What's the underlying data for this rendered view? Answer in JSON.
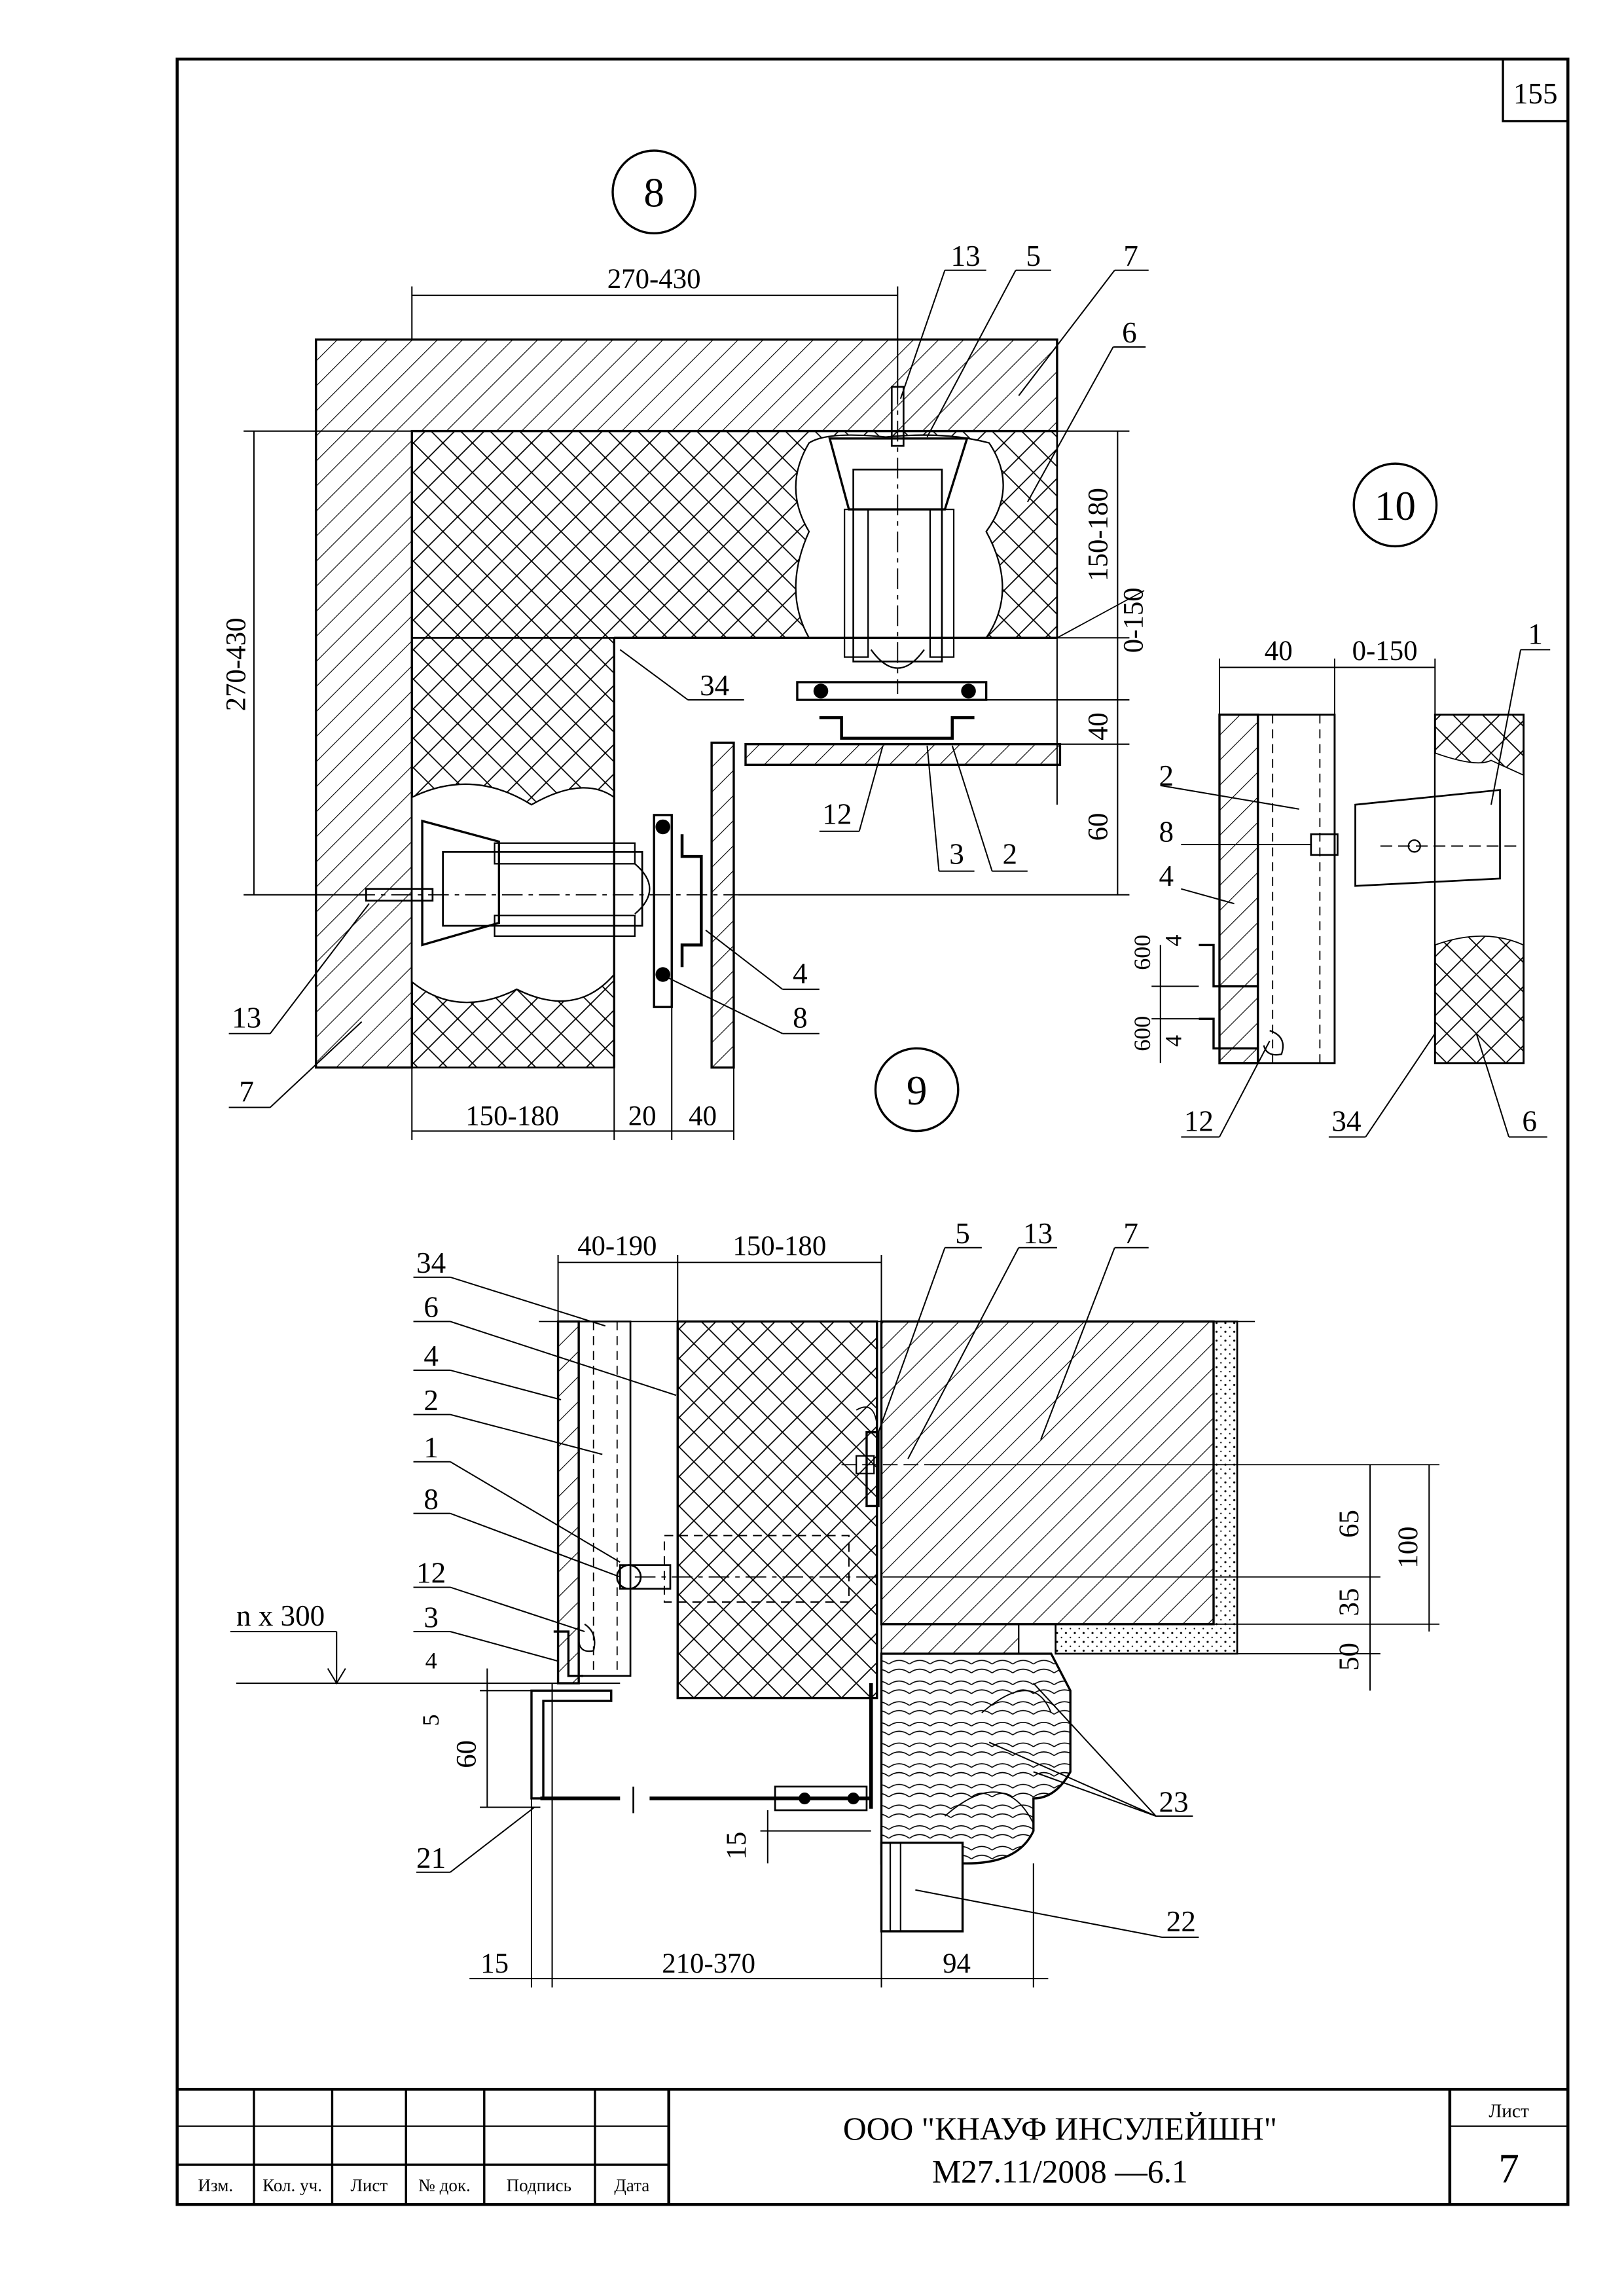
{
  "page_number": "155",
  "details": {
    "d8": {
      "callout": "8",
      "labels": [
        "13",
        "5",
        "7",
        "6",
        "34",
        "12",
        "3",
        "2",
        "4",
        "8",
        "13",
        "7"
      ],
      "dims": [
        "270-430",
        "270-430",
        "150-180",
        "0-150",
        "40",
        "60",
        "150-180",
        "20",
        "40"
      ]
    },
    "d9": {
      "callout": "9"
    },
    "d10": {
      "callout": "10",
      "labels": [
        "1",
        "2",
        "8",
        "4",
        "12",
        "34",
        "6"
      ],
      "dims": [
        "40",
        "0-150",
        "600",
        "4",
        "600",
        "4"
      ]
    },
    "d_lower": {
      "labels": [
        "34",
        "6",
        "4",
        "2",
        "1",
        "8",
        "12",
        "3",
        "5",
        "13",
        "7",
        "23",
        "22",
        "21"
      ],
      "dims": [
        "40-190",
        "150-180",
        "65",
        "100",
        "35",
        "50",
        "n x 300",
        "4",
        "5",
        "60",
        "15",
        "15",
        "210-370",
        "94"
      ]
    }
  },
  "title_block": {
    "headers": [
      "Изм.",
      "Кол. уч.",
      "Лист",
      "№ док.",
      "Подпись",
      "Дата"
    ],
    "company": "ООО \"КНАУФ ИНСУЛЕЙШН\"",
    "document": "М27.11/2008 —6.1",
    "sheet_label": "Лист",
    "sheet_number": "7"
  }
}
